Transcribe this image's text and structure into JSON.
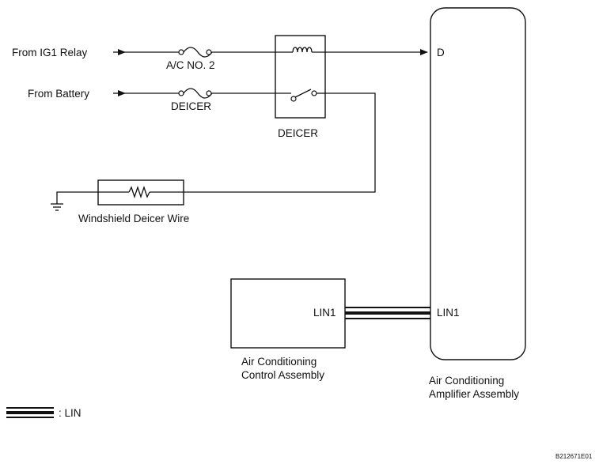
{
  "sources": {
    "ig1": "From IG1 Relay",
    "battery": "From Battery"
  },
  "fuses": {
    "ac_no2": "A/C NO. 2",
    "deicer": "DEICER"
  },
  "relay": {
    "label": "DEICER"
  },
  "load": {
    "label": "Windshield Deicer Wire"
  },
  "control": {
    "label_line1": "Air Conditioning",
    "label_line2": "Control Assembly",
    "pin": "LIN1"
  },
  "amplifier": {
    "label_line1": "Air Conditioning",
    "label_line2": "Amplifier Assembly",
    "pin_d": "D",
    "pin_lin": "LIN1"
  },
  "legend": {
    "label": ": LIN"
  },
  "figure_code": "B212671E01"
}
